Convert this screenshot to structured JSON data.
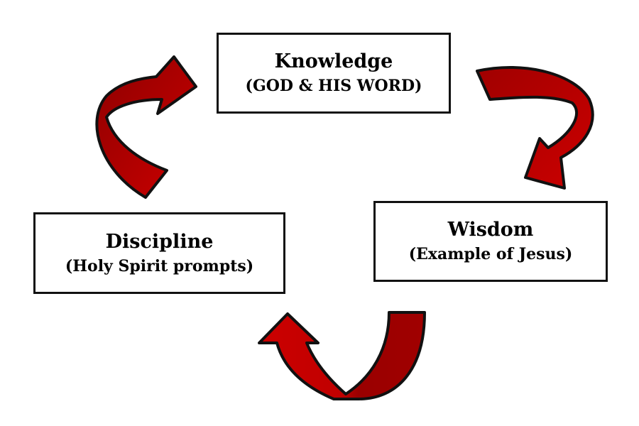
{
  "nodes": {
    "knowledge": {
      "title": "Knowledge",
      "subtitle": "(GOD & HIS WORD)"
    },
    "wisdom": {
      "title": "Wisdom",
      "subtitle": "(Example of Jesus)"
    },
    "discipline": {
      "title": "Discipline",
      "subtitle": "(Holy Spirit prompts)"
    }
  },
  "colors": {
    "arrow_light": "#cc0000",
    "arrow_dark": "#990000",
    "outline": "#111111"
  }
}
